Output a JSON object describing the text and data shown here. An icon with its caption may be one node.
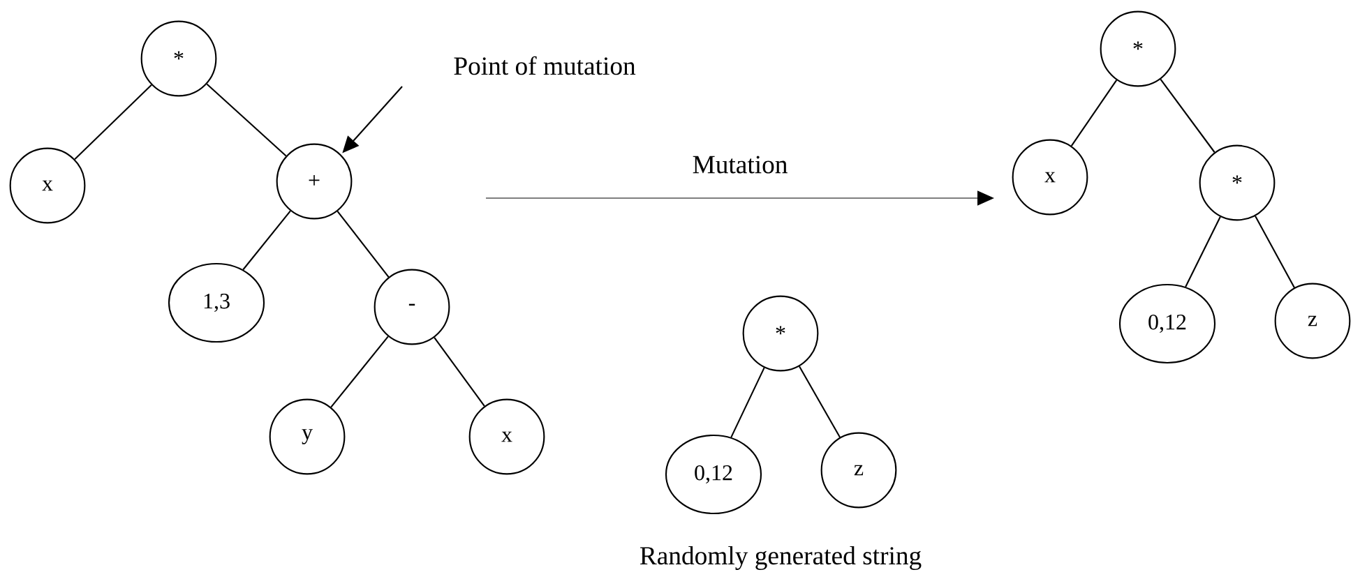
{
  "diagram": {
    "nodes": [
      {
        "text": [
          "*"
        ]
      },
      {
        "text": [
          "x"
        ]
      },
      {
        "text": [
          "+"
        ]
      },
      {
        "text": [
          "1,3"
        ]
      },
      {
        "text": [
          "-"
        ]
      },
      {
        "text": [
          "y"
        ]
      },
      {
        "text": [
          "x"
        ]
      },
      {
        "text": [
          "Point of mutation"
        ]
      },
      {
        "text": [
          "*"
        ]
      },
      {
        "text": [
          "x"
        ]
      },
      {
        "text": [
          "*"
        ]
      },
      {
        "text": [
          "0,12"
        ]
      },
      {
        "text": [
          "z"
        ]
      },
      {
        "text": [
          "*"
        ]
      },
      {
        "text": [
          "0,12"
        ]
      },
      {
        "text": [
          "z"
        ]
      }
    ],
    "edges": [
      {
        "from": 0,
        "to": 1,
        "arrow": "none"
      },
      {
        "from": 0,
        "to": 2,
        "arrow": "none"
      },
      {
        "from": 2,
        "to": 3,
        "arrow": "none"
      },
      {
        "from": 2,
        "to": 4,
        "arrow": "none"
      },
      {
        "from": 4,
        "to": 5,
        "arrow": "none"
      },
      {
        "from": 4,
        "to": 6,
        "arrow": "none"
      },
      {
        "from": 7,
        "to": 2,
        "arrow": "to"
      },
      {
        "from": null,
        "to": 9,
        "arrow": "to",
        "label": "Mutation"
      },
      {
        "from": 8,
        "to": 9,
        "arrow": "none"
      },
      {
        "from": 8,
        "to": 10,
        "arrow": "none"
      },
      {
        "from": 10,
        "to": 11,
        "arrow": "none"
      },
      {
        "from": 10,
        "to": 12,
        "arrow": "none"
      },
      {
        "from": 13,
        "to": 14,
        "arrow": "none"
      },
      {
        "from": 13,
        "to": 15,
        "arrow": "none"
      }
    ],
    "labels": [
      "Randomly generated string"
    ]
  }
}
